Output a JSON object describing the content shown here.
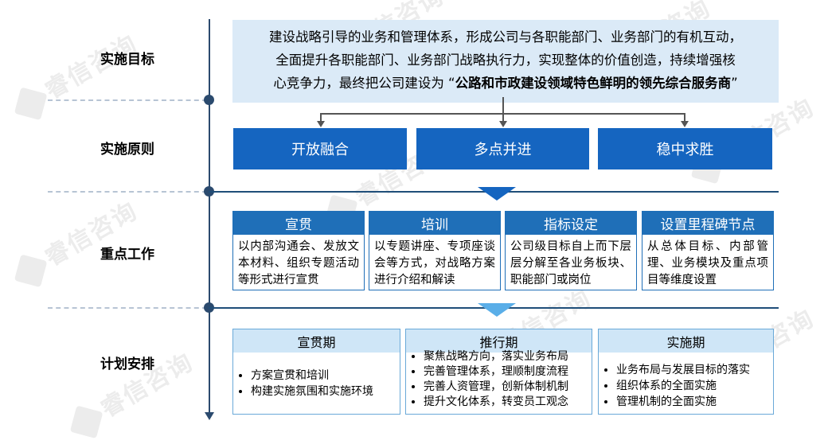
{
  "watermark": "睿信咨询",
  "rows": [
    {
      "label": "实施目标"
    },
    {
      "label": "实施原则"
    },
    {
      "label": "重点工作"
    },
    {
      "label": "计划安排"
    }
  ],
  "goal": {
    "line1": "建设战略引导的业务和管理体系，形成公司与各职能部门、业务部门的有机互动，",
    "line2": "全面提升各职能部门、业务部门战略执行力，实现整体的价值创造，持续增强核",
    "line3_prefix": "心竞争力，最终把公司建设为 “",
    "line3_bold": "公路和市政建设领域特色鲜明的领先综合服务商",
    "line3_suffix": "”"
  },
  "principles": [
    "开放融合",
    "多点并进",
    "稳中求胜"
  ],
  "key_work": [
    {
      "title": "宣贯",
      "body": "以内部沟通会、发放文本材料、组织专题活动等形式进行宣贯"
    },
    {
      "title": "培训",
      "body": "以专题讲座、专项座谈会等方式，对战略方案进行介绍和解读"
    },
    {
      "title": "指标设定",
      "body": "公司级目标自上而下层层分解至各业务板块、职能部门或岗位"
    },
    {
      "title": "设置里程碑节点",
      "body": "从总体目标、内部管理、业务模块及重点项目等维度设置"
    }
  ],
  "plan": [
    {
      "title": "宣贯期",
      "items": [
        "方案宣贯和培训",
        "构建实施氛围和实施环境"
      ]
    },
    {
      "title": "推行期",
      "items": [
        "聚焦战略方向，落实业务布局",
        "完善管理体系，理顺制度流程",
        "完善人资管理，创新体制机制",
        "提升文化体系，转变员工观念"
      ]
    },
    {
      "title": "实施期",
      "items": [
        "业务布局与发展目标的落实",
        "组织体系的全面实施",
        "管理机制的全面实施"
      ]
    }
  ],
  "colors": {
    "axis": "#2b4a6e",
    "primary": "#1565c0",
    "card_header": "#1f6fb8",
    "light_fill": "#dbeaf7",
    "plan_header": "#cfe6f7"
  }
}
